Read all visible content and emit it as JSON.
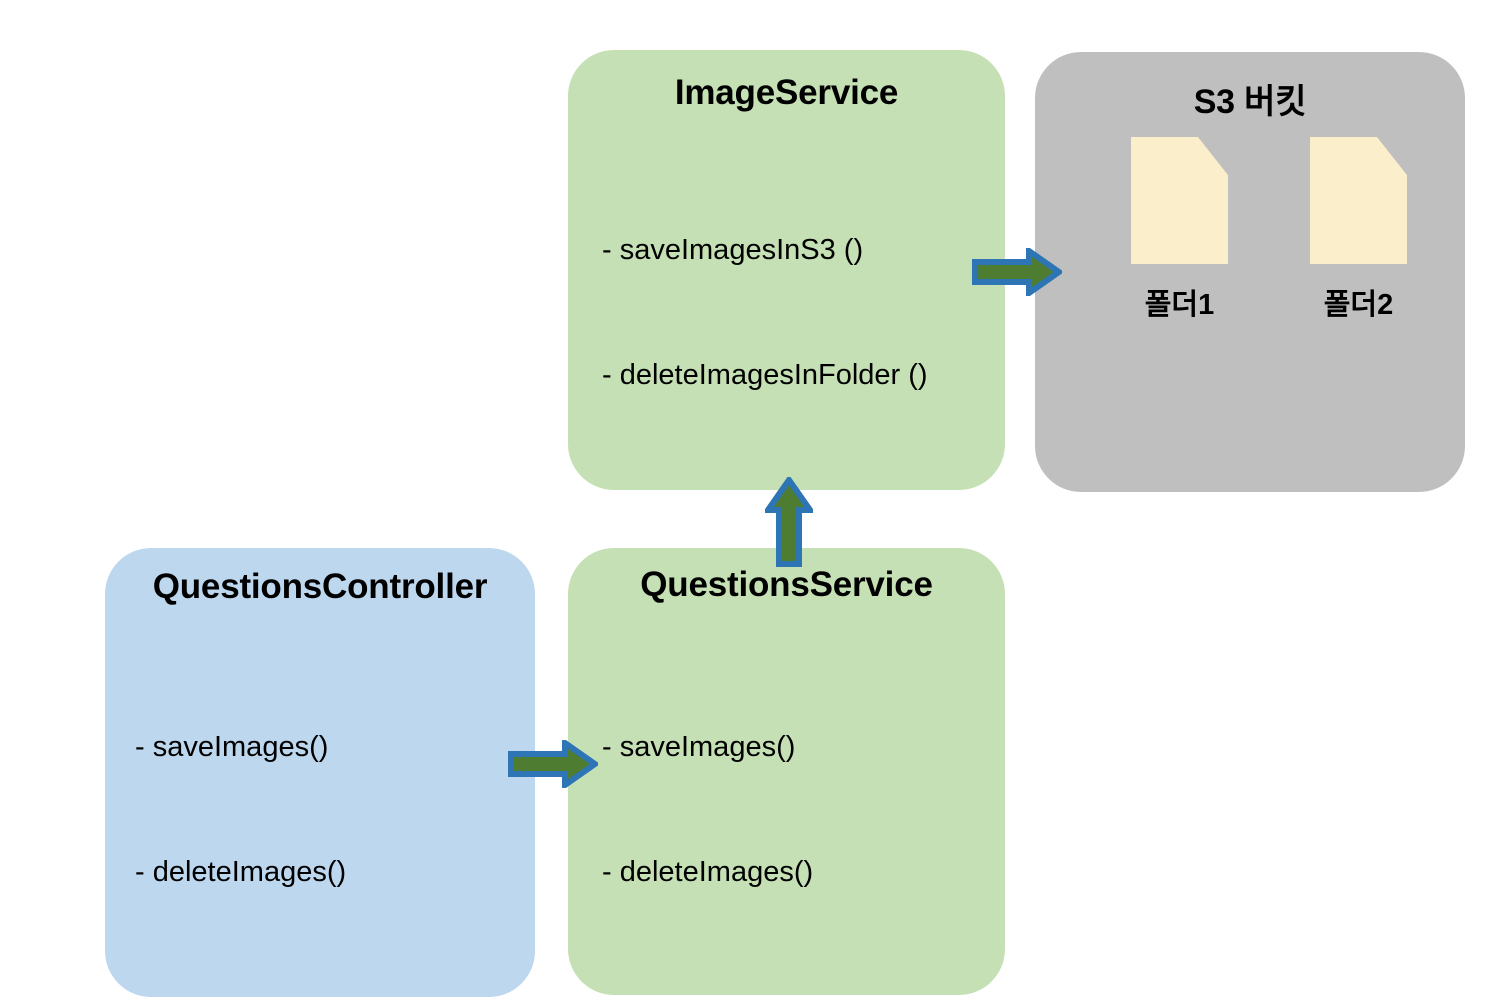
{
  "diagram": {
    "title": "S3 image upload architecture",
    "background_color": "#FFFFFF",
    "colors": {
      "service_green": "#C5E0B4",
      "controller_blue": "#BDD7EE",
      "bucket_gray": "#BFBFBF",
      "folder_cream": "#FBEFCB",
      "arrow_fill": "#4E7D32",
      "arrow_outline": "#2E75B6",
      "text": "#000000"
    }
  },
  "nodes": {
    "image_service": {
      "title": "ImageService",
      "methods": [
        "- saveImagesInS3 ()",
        "- deleteImagesInFolder ()"
      ]
    },
    "s3_bucket": {
      "title": "S3 버킷",
      "folders": [
        {
          "label": "폴더1"
        },
        {
          "label": "폴더2"
        }
      ]
    },
    "questions_controller": {
      "title": "QuestionsController",
      "methods": [
        "- saveImages()",
        "- deleteImages()"
      ]
    },
    "questions_service": {
      "title": "QuestionsService",
      "methods": [
        "- saveImages()",
        "- deleteImages()"
      ]
    }
  },
  "arrows": [
    {
      "name": "image-service-to-s3-bucket",
      "direction": "right"
    },
    {
      "name": "questions-controller-to-questions-service",
      "direction": "right"
    },
    {
      "name": "questions-service-to-image-service",
      "direction": "up"
    }
  ]
}
